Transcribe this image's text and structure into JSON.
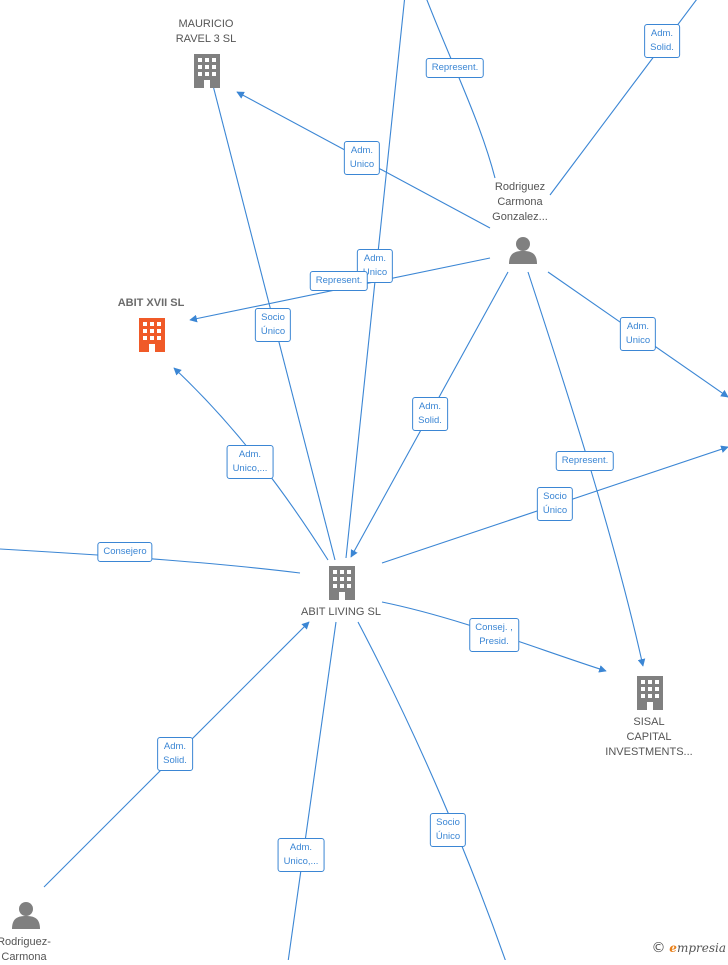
{
  "nodes": {
    "mauricio": {
      "line1": "MAURICIO",
      "line2": "RAVEL 3  SL"
    },
    "abit_xvii": {
      "label": "ABIT XVII  SL"
    },
    "rodriguez": {
      "line1": "Rodriguez",
      "line2": "Carmona",
      "line3": "Gonzalez..."
    },
    "abit_living": {
      "label": "ABIT LIVING  SL"
    },
    "sisal": {
      "line1": "SISAL",
      "line2": "CAPITAL",
      "line3": "INVESTMENTS..."
    },
    "rodriguez2": {
      "line1": "Rodriguez-",
      "line2": "Carmona"
    }
  },
  "edges": {
    "adm_solid_top": [
      "Adm.",
      "Solid."
    ],
    "represent_top": "Represent.",
    "adm_unico_mauricio": [
      "Adm.",
      "Unico"
    ],
    "adm_unico_center": [
      "Adm.",
      "Unico"
    ],
    "represent_xvii": "Represent.",
    "socio_unico_mauricio": [
      "Socio",
      "Único"
    ],
    "adm_unico_right": [
      "Adm.",
      "Unico"
    ],
    "adm_solid_mid": [
      "Adm.",
      "Solid."
    ],
    "adm_unico_xvii": [
      "Adm.",
      "Unico,..."
    ],
    "represent_sisal": "Represent.",
    "socio_unico_right": [
      "Socio",
      "Único"
    ],
    "consejero": "Consejero",
    "consej_presid": [
      "Consej. ,",
      "Presid."
    ],
    "adm_solid_bottom": [
      "Adm.",
      "Solid."
    ],
    "adm_unico_bottom": [
      "Adm.",
      "Unico,..."
    ],
    "socio_unico_bottom": [
      "Socio",
      "Único"
    ]
  },
  "colors": {
    "edge": "#3b86d4",
    "building": "#808080",
    "building_focus": "#f05a28",
    "person": "#808080"
  },
  "watermark": {
    "symbol": "©",
    "brand_first": "e",
    "brand_rest": "mpresia"
  }
}
